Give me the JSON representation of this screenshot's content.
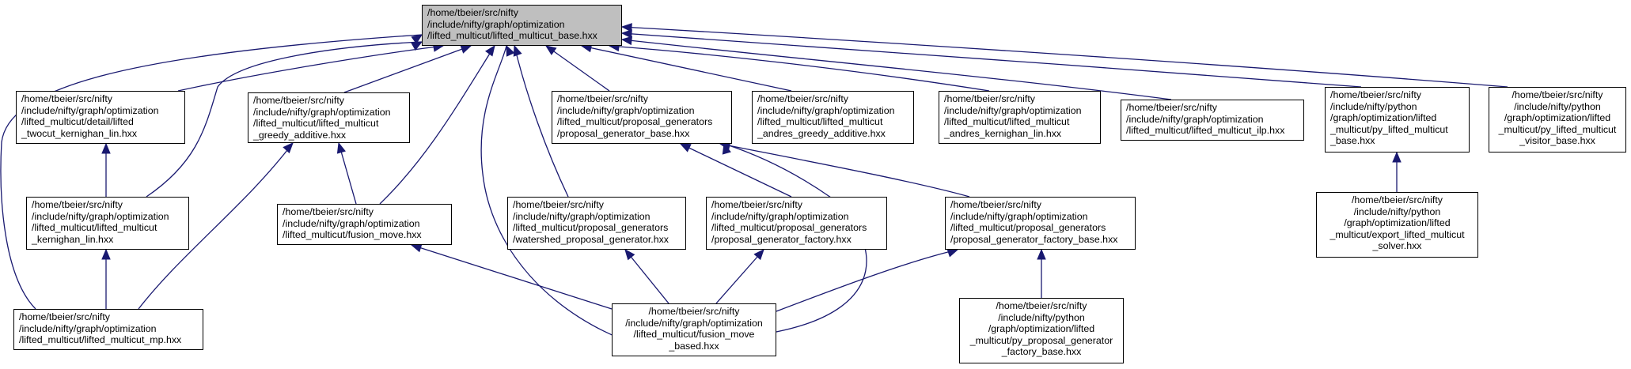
{
  "graph": {
    "edge_color": "#191970",
    "root_fill": "#bfbfbf",
    "node_fill": "#ffffff",
    "nodes": {
      "root": "/home/tbeier/src/nifty\n/include/nifty/graph/optimization\n/lifted_multicut/lifted_multicut_base.hxx",
      "twocut": "/home/tbeier/src/nifty\n/include/nifty/graph/optimization\n/lifted_multicut/detail/lifted\n_twocut_kernighan_lin.hxx",
      "greedy_additive": "/home/tbeier/src/nifty\n/include/nifty/graph/optimization\n/lifted_multicut/lifted_multicut\n_greedy_additive.hxx",
      "proposal_generator_base": "/home/tbeier/src/nifty\n/include/nifty/graph/optimization\n/lifted_multicut/proposal_generators\n/proposal_generator_base.hxx",
      "andres_greedy": "/home/tbeier/src/nifty\n/include/nifty/graph/optimization\n/lifted_multicut/lifted_multicut\n_andres_greedy_additive.hxx",
      "andres_kl": "/home/tbeier/src/nifty\n/include/nifty/graph/optimization\n/lifted_multicut/lifted_multicut\n_andres_kernighan_lin.hxx",
      "ilp": "/home/tbeier/src/nifty\n/include/nifty/graph/optimization\n/lifted_multicut/lifted_multicut_ilp.hxx",
      "py_base": "/home/tbeier/src/nifty\n/include/nifty/python\n/graph/optimization/lifted\n_multicut/py_lifted_multicut\n_base.hxx",
      "py_visitor": "/home/tbeier/src/nifty\n/include/nifty/python\n/graph/optimization/lifted\n_multicut/py_lifted_multicut\n_visitor_base.hxx",
      "kernighan_lin": "/home/tbeier/src/nifty\n/include/nifty/graph/optimization\n/lifted_multicut/lifted_multicut\n_kernighan_lin.hxx",
      "fusion_move": "/home/tbeier/src/nifty\n/include/nifty/graph/optimization\n/lifted_multicut/fusion_move.hxx",
      "watershed": "/home/tbeier/src/nifty\n/include/nifty/graph/optimization\n/lifted_multicut/proposal_generators\n/watershed_proposal_generator.hxx",
      "factory": "/home/tbeier/src/nifty\n/include/nifty/graph/optimization\n/lifted_multicut/proposal_generators\n/proposal_generator_factory.hxx",
      "factory_base": "/home/tbeier/src/nifty\n/include/nifty/graph/optimization\n/lifted_multicut/proposal_generators\n/proposal_generator_factory_base.hxx",
      "export_solver": "/home/tbeier/src/nifty\n/include/nifty/python\n/graph/optimization/lifted\n_multicut/export_lifted_multicut\n_solver.hxx",
      "mp": "/home/tbeier/src/nifty\n/include/nifty/graph/optimization\n/lifted_multicut/lifted_multicut_mp.hxx",
      "fusion_move_based": "/home/tbeier/src/nifty\n/include/nifty/graph/optimization\n/lifted_multicut/fusion_move\n_based.hxx",
      "py_factory_base": "/home/tbeier/src/nifty\n/include/nifty/python\n/graph/optimization/lifted\n_multicut/py_proposal_generator\n_factory_base.hxx"
    }
  }
}
